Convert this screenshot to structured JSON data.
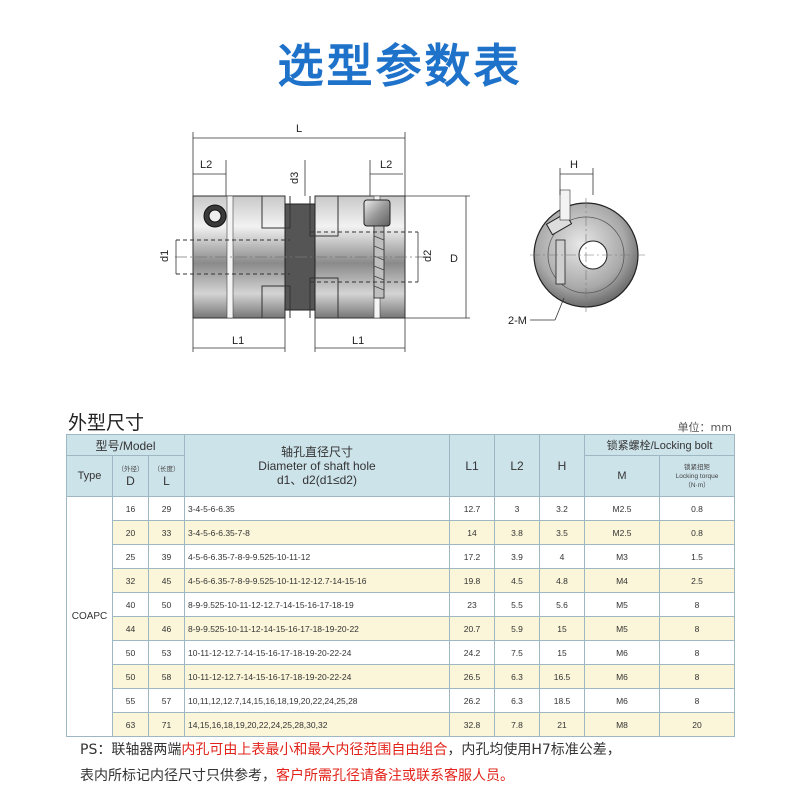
{
  "title": "选型参数表",
  "drawing_labels": {
    "L": "L",
    "L2": "L2",
    "L1": "L1",
    "d1": "d1",
    "d2": "d2",
    "d3": "d3",
    "D": "D",
    "H": "H",
    "M": "2-M"
  },
  "section_title": "外型尺寸",
  "unit_label": "单位：mm",
  "table": {
    "header": {
      "model": "型号/Model",
      "type": "Type",
      "outer_dia_cn": "（外径）",
      "D": "D",
      "length_cn": "（长度）",
      "L": "L",
      "hole_cn": "轴孔直径尺寸",
      "hole_en": "Diameter of shaft hole",
      "hole_formula": "d1、d2(d1≤d2)",
      "L1": "L1",
      "L2": "L2",
      "H": "H",
      "bolt": "锁紧螺栓/Locking bolt",
      "M": "M",
      "torque_cn": "锁紧扭矩",
      "torque_en": "Locking torque",
      "torque_unit": "（N·m）"
    },
    "type_name": "COAPC",
    "rows": [
      {
        "D": "16",
        "L": "29",
        "holes": "3-4-5-6-6.35",
        "L1": "12.7",
        "L2": "3",
        "H": "3.2",
        "M": "M2.5",
        "torque": "0.8"
      },
      {
        "D": "20",
        "L": "33",
        "holes": "3-4-5-6-6.35-7-8",
        "L1": "14",
        "L2": "3.8",
        "H": "3.5",
        "M": "M2.5",
        "torque": "0.8"
      },
      {
        "D": "25",
        "L": "39",
        "holes": "4-5-6-6.35-7-8-9-9.525-10-11-12",
        "L1": "17.2",
        "L2": "3.9",
        "H": "4",
        "M": "M3",
        "torque": "1.5"
      },
      {
        "D": "32",
        "L": "45",
        "holes": "4-5-6-6.35-7-8-9-9.525-10-11-12-12.7-14-15-16",
        "L1": "19.8",
        "L2": "4.5",
        "H": "4.8",
        "M": "M4",
        "torque": "2.5"
      },
      {
        "D": "40",
        "L": "50",
        "holes": "8-9-9.525-10-11-12-12.7-14-15-16-17-18-19",
        "L1": "23",
        "L2": "5.5",
        "H": "5.6",
        "M": "M5",
        "torque": "8"
      },
      {
        "D": "44",
        "L": "46",
        "holes": "8-9-9.525-10-11-12-14-15-16-17-18-19-20-22",
        "L1": "20.7",
        "L2": "5.9",
        "H": "15",
        "M": "M5",
        "torque": "8"
      },
      {
        "D": "50",
        "L": "53",
        "holes": "10-11-12-12.7-14-15-16-17-18-19-20-22-24",
        "L1": "24.2",
        "L2": "7.5",
        "H": "15",
        "M": "M6",
        "torque": "8"
      },
      {
        "D": "50",
        "L": "58",
        "holes": "10-11-12-12.7-14-15-16-17-18-19-20-22-24",
        "L1": "26.5",
        "L2": "6.3",
        "H": "16.5",
        "M": "M6",
        "torque": "8"
      },
      {
        "D": "55",
        "L": "57",
        "holes": "10,11,12,12.7,14,15,16,18,19,20,22,24,25,28",
        "L1": "26.2",
        "L2": "6.3",
        "H": "18.5",
        "M": "M6",
        "torque": "8"
      },
      {
        "D": "63",
        "L": "71",
        "holes": "14,15,16,18,19,20,22,24,25,28,30,32",
        "L1": "32.8",
        "L2": "7.8",
        "H": "21",
        "M": "M8",
        "torque": "20"
      }
    ]
  },
  "note": {
    "prefix": "PS：联轴器两端",
    "red1": "内孔可由上表最小和最大内径范围自由组合",
    "mid": "，内孔均使用H7标准公差，",
    "line2": "表内所标记内径尺寸只供参考，",
    "red2": "客户所需孔径请备注或联系客服人员。"
  },
  "colors": {
    "title": "#1f72c9",
    "header_bg": "#cde3ea",
    "row_alt": "#fbf6d9",
    "note_red": "#e2231a"
  }
}
